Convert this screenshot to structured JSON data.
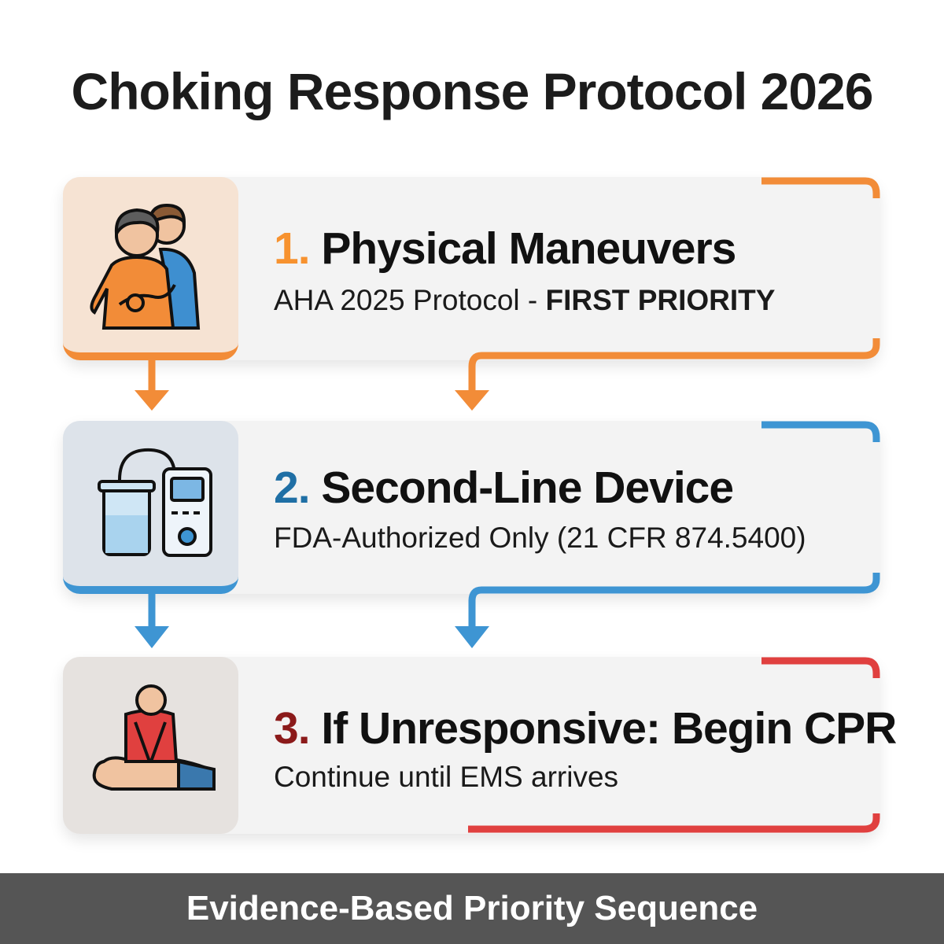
{
  "title": "Choking Response Protocol 2026",
  "colors": {
    "orange": "#F28C38",
    "blue": "#3E95D3",
    "red": "#E0403F",
    "footer": "#555555"
  },
  "steps": [
    {
      "number": "1.",
      "heading": "Physical Maneuvers",
      "subtitle": "AHA 2025 Protocol - ",
      "subtitle_bold": "FIRST PRIORITY",
      "icon": "heimlich-maneuver-icon"
    },
    {
      "number": "2.",
      "heading": "Second-Line Device",
      "subtitle": "FDA-Authorized Only (21 CFR 874.5400)",
      "subtitle_bold": "",
      "icon": "suction-device-icon"
    },
    {
      "number": "3.",
      "heading": "If Unresponsive: Begin CPR",
      "subtitle": "Continue until EMS arrives",
      "subtitle_bold": "",
      "icon": "cpr-icon"
    }
  ],
  "footer": "Evidence-Based Priority Sequence"
}
